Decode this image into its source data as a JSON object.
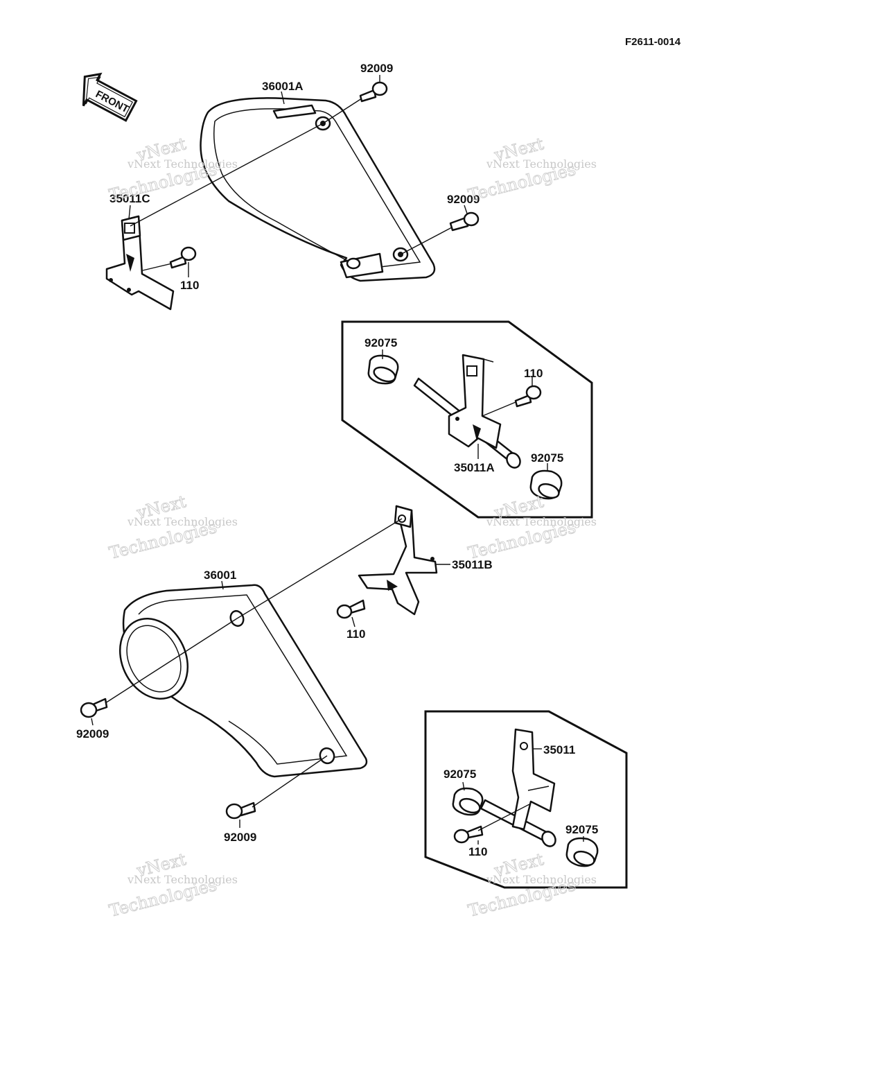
{
  "diagram_code": "F2611-0014",
  "front_arrow": {
    "text": "FRONT",
    "icon": "front-arrow-icon"
  },
  "watermark": {
    "line1": "vNext Technologies",
    "line2": "vNext",
    "line3": "Technologies"
  },
  "part_labels": {
    "top_bolt_upper": "92009",
    "guard_upper": "36001A",
    "bracket_c": "35011C",
    "bolt_right_upper": "92009",
    "bolt_110_upper": "110",
    "collar_a1": "92075",
    "bolt_110_a": "110",
    "bracket_a": "35011A",
    "collar_a2": "92075",
    "bracket_b": "35011B",
    "guard_lower": "36001",
    "bolt_110_b": "110",
    "bolt_left_lower": "92009",
    "bolt_bottom_lower": "92009",
    "bracket_plain": "35011",
    "collar_p1": "92075",
    "collar_p2": "92075",
    "bolt_110_p": "110"
  }
}
